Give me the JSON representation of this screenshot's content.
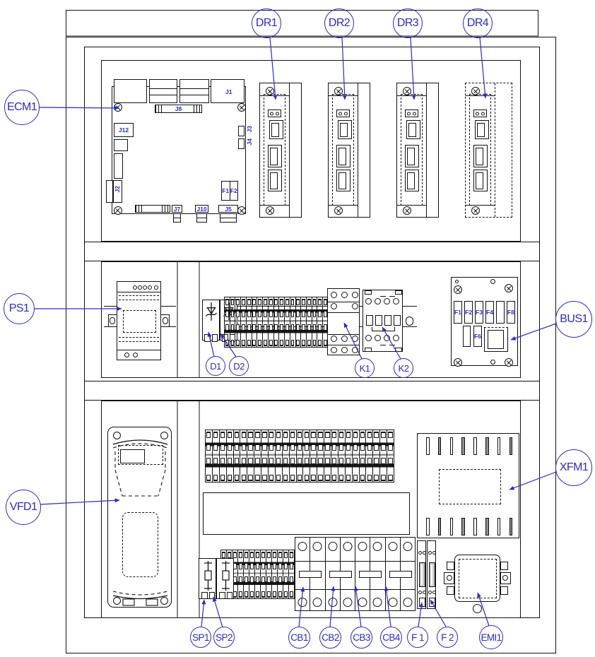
{
  "colors": {
    "callout_blue": "#2a2acd",
    "line_black": "#111111",
    "divider_gray": "#8a8a8a"
  },
  "callouts": {
    "ecm1": "ECM1",
    "dr1": "DR1",
    "dr2": "DR2",
    "dr3": "DR3",
    "dr4": "DR4",
    "ps1": "PS1",
    "d1": "D1",
    "d2": "D2",
    "k1": "K1",
    "k2": "K2",
    "bus1": "BUS1",
    "vfd1": "VFD1",
    "xfm1": "XFM1",
    "sp1": "SP1",
    "sp2": "SP2",
    "cb1": "CB1",
    "cb2": "CB2",
    "cb3": "CB3",
    "cb4": "CB4",
    "f1": "F 1",
    "f2": "F 2",
    "emi1": "EMI1"
  },
  "pcb": {
    "j1": "J1",
    "j8": "J8",
    "j12": "J12",
    "j2": "J2",
    "j3": "J3",
    "j4": "J4",
    "f1": "F1",
    "f2": "F2",
    "j7": "J7",
    "j10": "J10",
    "j5": "J5"
  },
  "bus1": {
    "f1": "F1",
    "f2": "F2",
    "f3": "F3",
    "f4": "F4",
    "f8": "F8",
    "f6": "F6"
  },
  "counts": {
    "dr_modules": 4,
    "strip1_cols": 19,
    "strip2_cols": 27,
    "strip3_cols": 13,
    "xfm_slots_per_row": 8,
    "cb_poles": 8,
    "cb_breakers": 4
  }
}
